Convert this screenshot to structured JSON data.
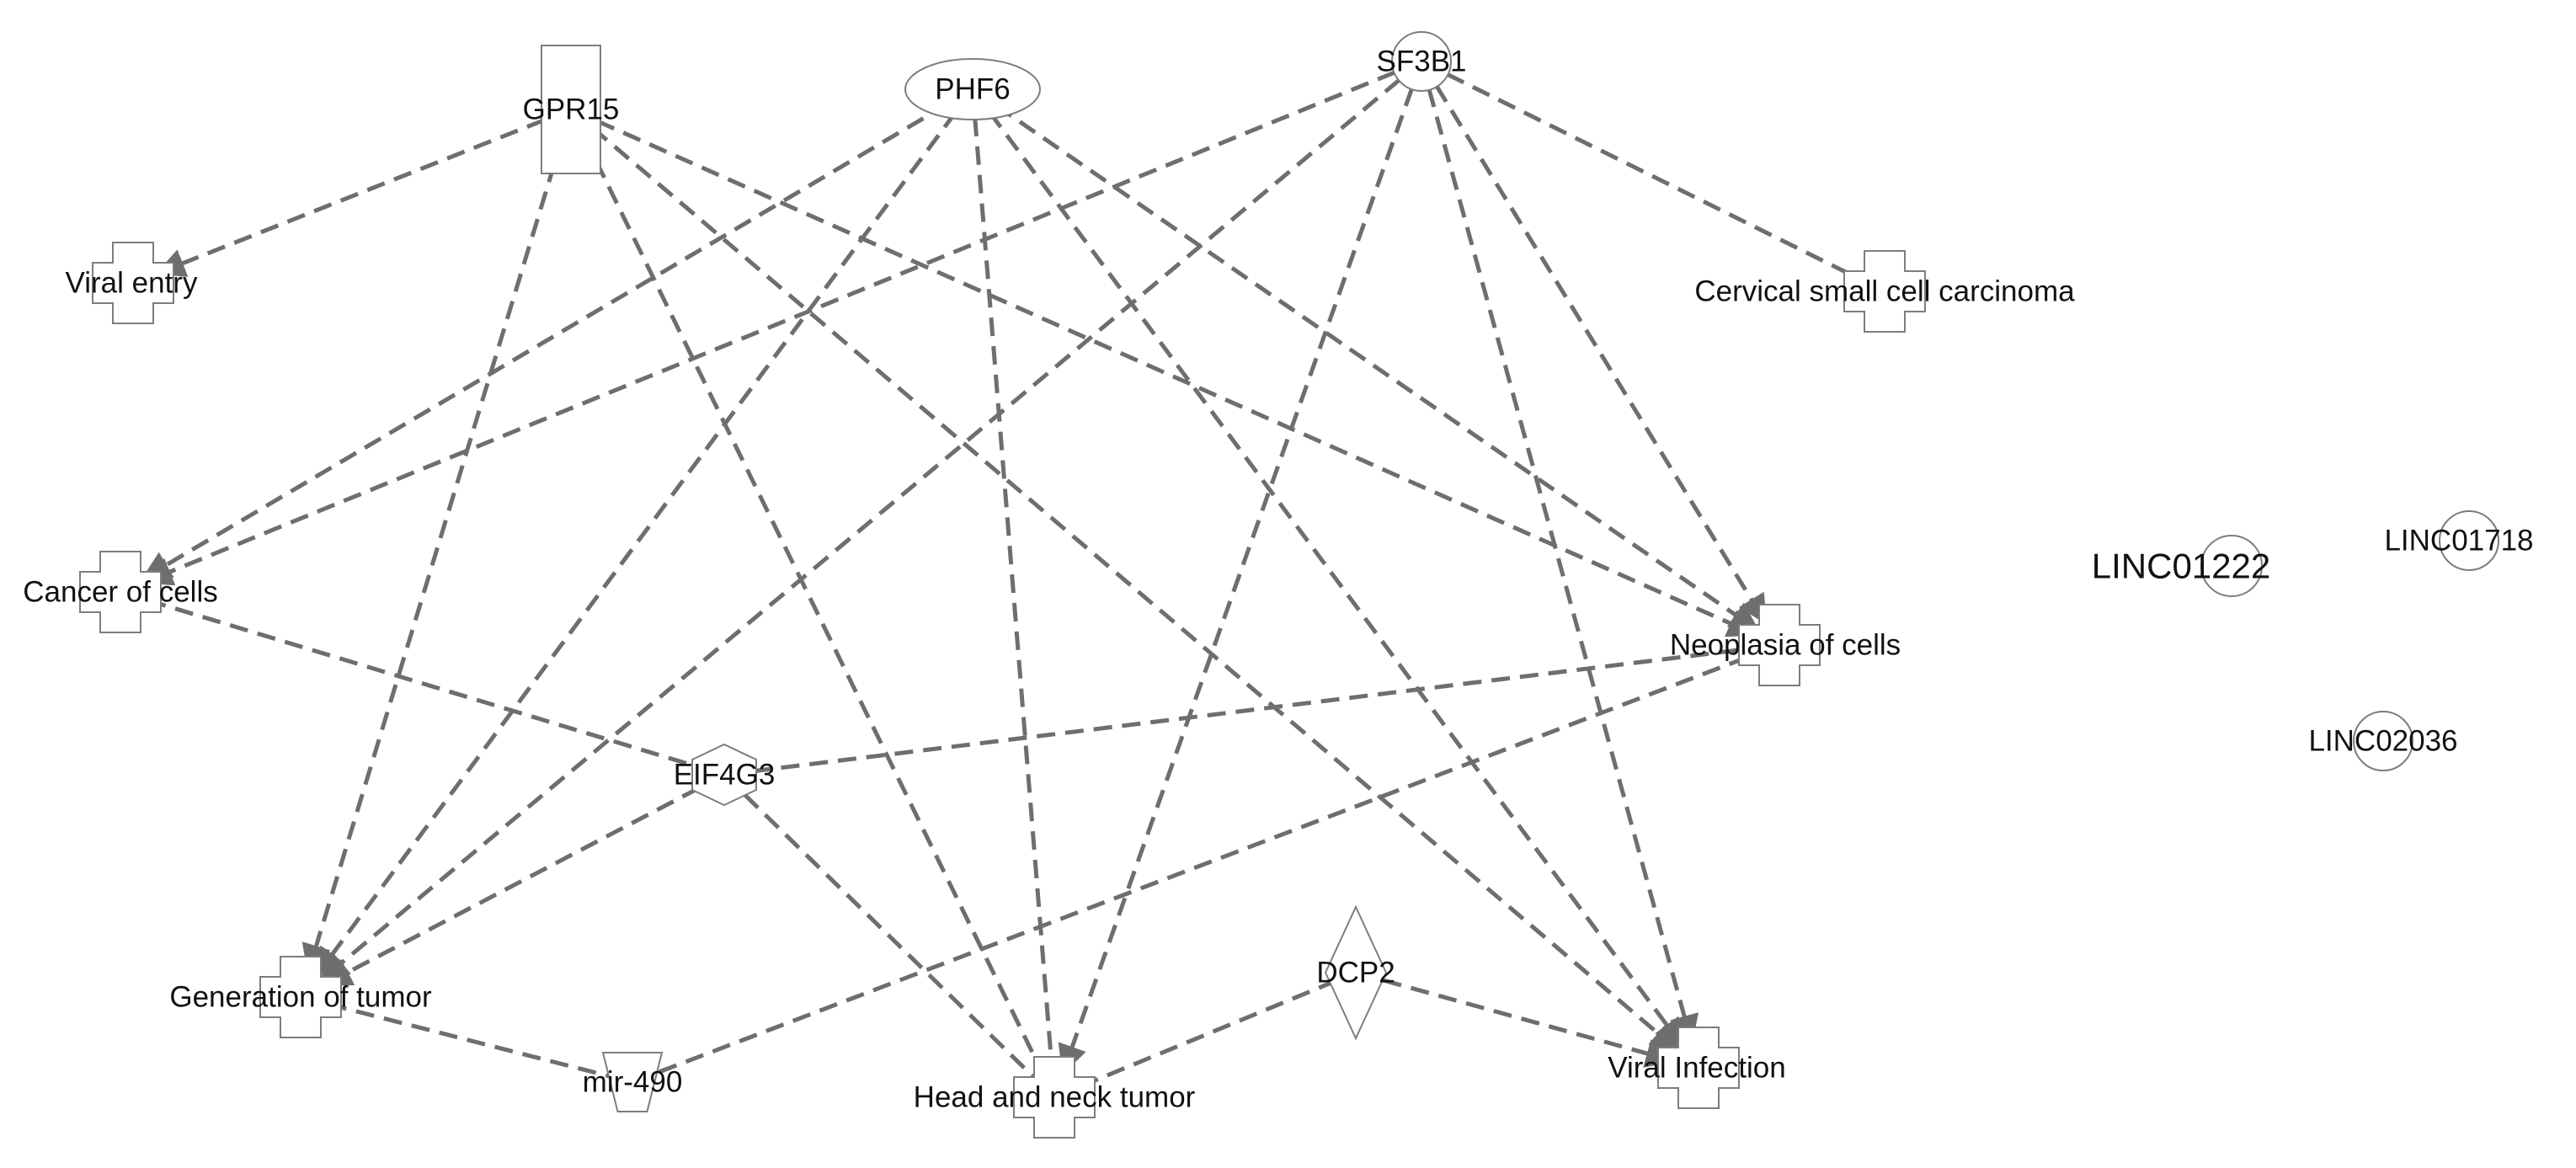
{
  "nodes": [
    {
      "id": "GPR15",
      "label": "GPR15",
      "shape": "rect"
    },
    {
      "id": "PHF6",
      "label": "PHF6",
      "shape": "ellipse"
    },
    {
      "id": "SF3B1",
      "label": "SF3B1",
      "shape": "circle"
    },
    {
      "id": "viral_entry",
      "label": "Viral entry",
      "shape": "cross"
    },
    {
      "id": "cervical",
      "label": "Cervical small cell carcinoma",
      "shape": "cross"
    },
    {
      "id": "cancer",
      "label": "Cancer of cells",
      "shape": "cross"
    },
    {
      "id": "neoplasia",
      "label": "Neoplasia of cells",
      "shape": "cross"
    },
    {
      "id": "EIF4G3",
      "label": "EIF4G3",
      "shape": "hexagon"
    },
    {
      "id": "gen_tumor",
      "label": "Generation of tumor",
      "shape": "cross"
    },
    {
      "id": "mir490",
      "label": "mir-490",
      "shape": "trapezoid"
    },
    {
      "id": "head_neck",
      "label": "Head and neck tumor",
      "shape": "cross"
    },
    {
      "id": "DCP2",
      "label": "DCP2",
      "shape": "diamond"
    },
    {
      "id": "viral_inf",
      "label": "Viral Infection",
      "shape": "cross"
    },
    {
      "id": "LINC01222",
      "label": "LINC01222",
      "shape": "circle"
    },
    {
      "id": "LINC01718",
      "label": "LINC01718",
      "shape": "circle"
    },
    {
      "id": "LINC02036",
      "label": "LINC02036",
      "shape": "circle"
    }
  ],
  "edges": [
    {
      "from": "GPR15",
      "to": "viral_entry",
      "arrow": true
    },
    {
      "from": "GPR15",
      "to": "gen_tumor",
      "arrow": true
    },
    {
      "from": "GPR15",
      "to": "head_neck",
      "arrow": false
    },
    {
      "from": "GPR15",
      "to": "viral_inf",
      "arrow": true
    },
    {
      "from": "GPR15",
      "to": "neoplasia",
      "arrow": true
    },
    {
      "from": "PHF6",
      "to": "cancer",
      "arrow": true
    },
    {
      "from": "PHF6",
      "to": "gen_tumor",
      "arrow": true
    },
    {
      "from": "PHF6",
      "to": "head_neck",
      "arrow": false
    },
    {
      "from": "PHF6",
      "to": "viral_inf",
      "arrow": true
    },
    {
      "from": "PHF6",
      "to": "neoplasia",
      "arrow": true
    },
    {
      "from": "SF3B1",
      "to": "cervical",
      "arrow": false
    },
    {
      "from": "SF3B1",
      "to": "cancer",
      "arrow": true
    },
    {
      "from": "SF3B1",
      "to": "gen_tumor",
      "arrow": true
    },
    {
      "from": "SF3B1",
      "to": "head_neck",
      "arrow": true
    },
    {
      "from": "SF3B1",
      "to": "viral_inf",
      "arrow": true
    },
    {
      "from": "SF3B1",
      "to": "neoplasia",
      "arrow": true
    },
    {
      "from": "cancer",
      "to": "EIF4G3",
      "arrow": false
    },
    {
      "from": "EIF4G3",
      "to": "neoplasia",
      "arrow": false
    },
    {
      "from": "EIF4G3",
      "to": "gen_tumor",
      "arrow": true
    },
    {
      "from": "EIF4G3",
      "to": "head_neck",
      "arrow": false
    },
    {
      "from": "gen_tumor",
      "to": "mir490",
      "arrow": false
    },
    {
      "from": "mir490",
      "to": "neoplasia",
      "arrow": false
    },
    {
      "from": "head_neck",
      "to": "DCP2",
      "arrow": false
    },
    {
      "from": "DCP2",
      "to": "viral_inf",
      "arrow": true
    }
  ]
}
